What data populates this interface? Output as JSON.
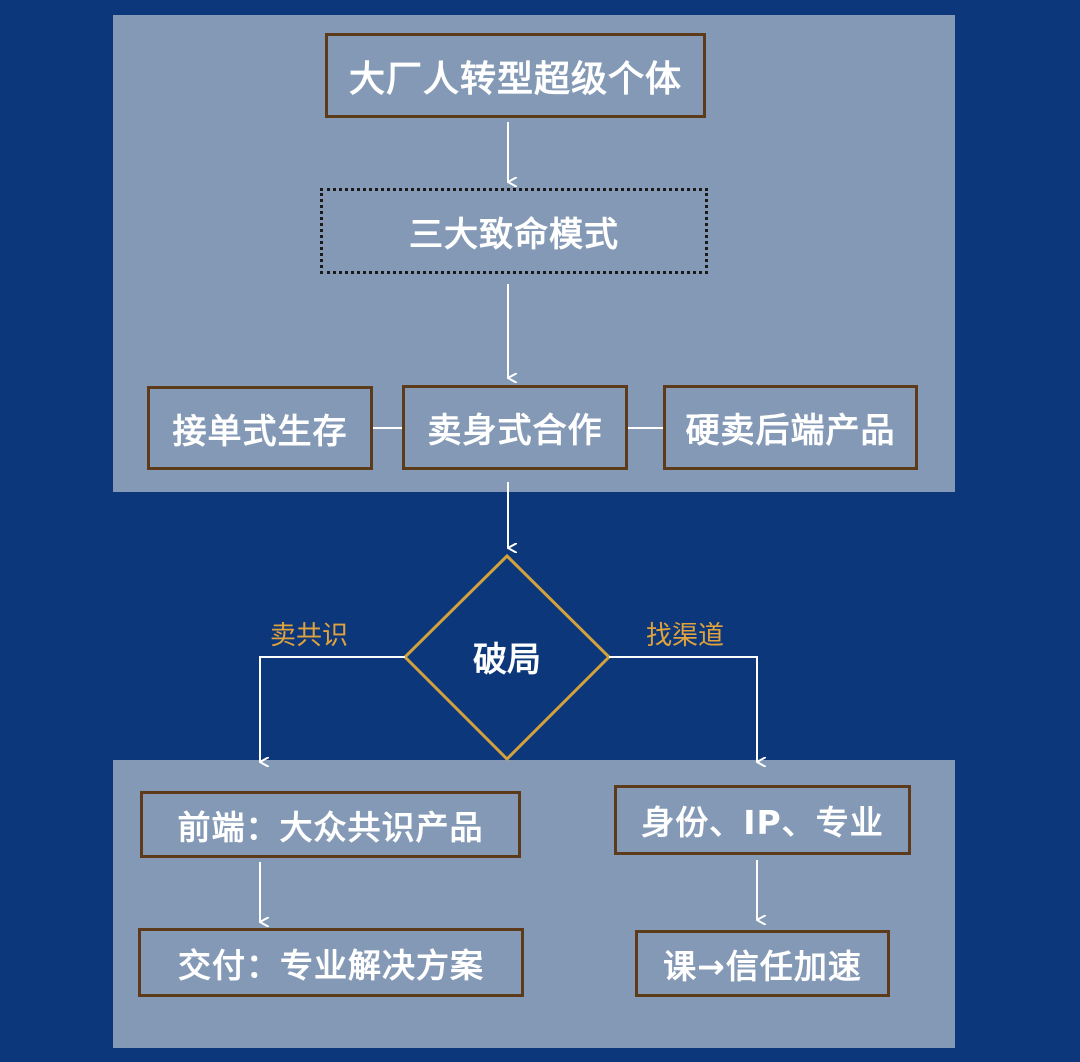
{
  "nodes": {
    "title": "大厂人转型超级个体",
    "modes": "三大致命模式",
    "mode_order": "接单式生存",
    "mode_sell": "卖身式合作",
    "mode_hard": "硬卖后端产品",
    "decision": "破局",
    "front": "前端：大众共识产品",
    "deliver": "交付：专业解决方案",
    "identity": "身份、IP、专业",
    "course": "课→信任加速"
  },
  "edges": {
    "left_label": "卖共识",
    "right_label": "找渠道"
  },
  "colors": {
    "background": "#0c377a",
    "panel": "#8499b5",
    "box_border": "#5c3a1a",
    "decision_border": "#d4a23d",
    "label": "#e0a23d",
    "text": "#ffffff"
  }
}
